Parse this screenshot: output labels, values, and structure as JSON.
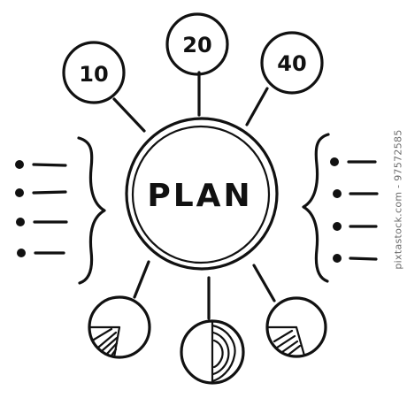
{
  "center": {
    "label": "PLAN"
  },
  "top_bubbles": [
    {
      "label": "10"
    },
    {
      "label": "20"
    },
    {
      "label": "40"
    }
  ],
  "left_list": {
    "item_count": 4
  },
  "right_list": {
    "item_count": 4
  },
  "pie_charts": [
    {
      "icon": "pie-chart-icon"
    },
    {
      "icon": "pie-chart-icon"
    },
    {
      "icon": "pie-chart-icon"
    }
  ],
  "watermark": {
    "credit": "pixtastock.com - 97572585"
  },
  "colors": {
    "ink": "#111111",
    "background": "#ffffff",
    "credit": "#6b6b6b"
  }
}
